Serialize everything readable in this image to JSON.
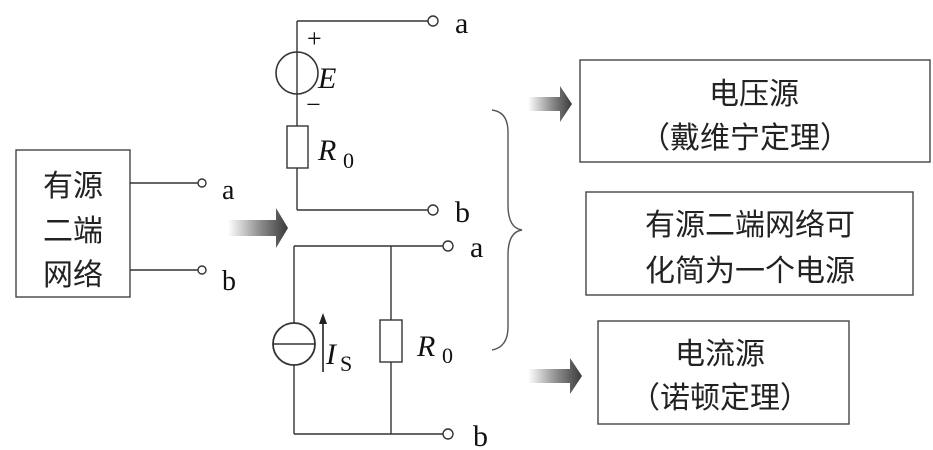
{
  "network_box": {
    "lines": [
      "有源",
      "二端",
      "网络"
    ],
    "terminal_a": "a",
    "terminal_b": "b"
  },
  "voltage_source_circuit": {
    "source_label": "E",
    "plus_sign": "+",
    "minus_sign": "−",
    "resistor_label": "R",
    "resistor_subscript": "0",
    "terminal_a": "a",
    "terminal_b": "b"
  },
  "current_source_circuit": {
    "source_label": "I",
    "source_subscript": "S",
    "resistor_label": "R",
    "resistor_subscript": "0",
    "terminal_a": "a",
    "terminal_b": "b"
  },
  "result_boxes": {
    "voltage_source": {
      "line1": "电压源",
      "line2": "（戴维宁定理）"
    },
    "summary": {
      "line1": "有源二端网络可",
      "line2": "化简为一个电源"
    },
    "current_source": {
      "line1": "电流源",
      "line2": "（诺顿定理）"
    }
  },
  "colors": {
    "arrow_dark": "#3a3a3a",
    "arrow_light": "#ffffff",
    "line": "#333333"
  }
}
